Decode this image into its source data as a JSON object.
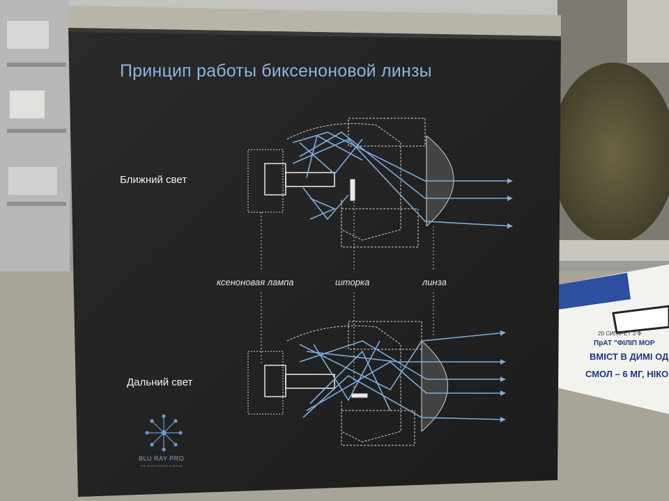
{
  "title": "Принцип работы биксеноновой линзы",
  "modes": {
    "low_beam": "Ближний свет",
    "high_beam": "Дальний свет"
  },
  "parts": {
    "lamp": "ксеноновая лампа",
    "shutter": "шторка",
    "lens": "линза"
  },
  "brand": {
    "name": "BLU RAY PRO",
    "tagline": "HID ELECTRONIC SYSTEM"
  },
  "pack_text": {
    "line1": "20 СИГАРЕТ 3 Ф",
    "line2": "ПрАТ \"ФІЛІП МОР",
    "line3": "ВМІСТ В ДИМІ ОДН",
    "line4": "СМОЛ – 6 МГ, НІКО"
  },
  "colors": {
    "box": "#242424",
    "ray": "#7eaee0",
    "title": "#8fb3de"
  }
}
